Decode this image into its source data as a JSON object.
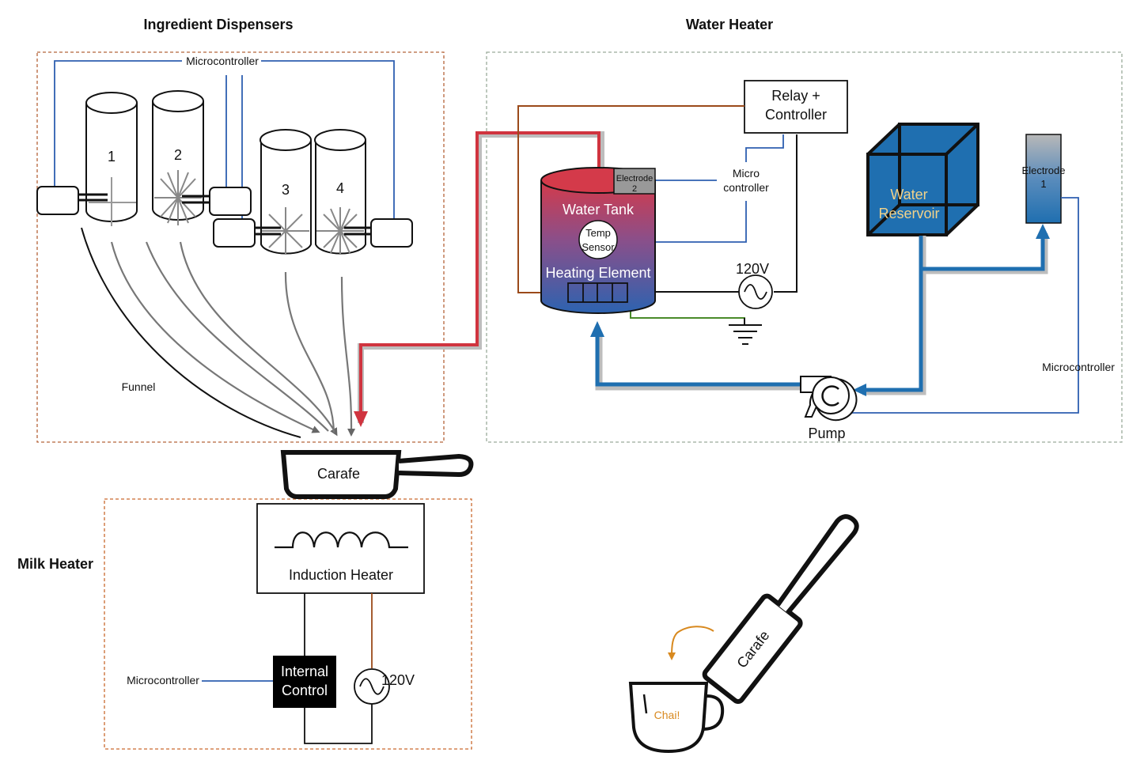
{
  "sections": {
    "dispensers_title": "Ingredient Dispensers",
    "water_heater_title": "Water Heater",
    "milk_heater_title": "Milk Heater"
  },
  "dispensers": {
    "mcu_label": "Microcontroller",
    "can_labels": [
      "1",
      "2",
      "3",
      "4"
    ],
    "funnel_label": "Funnel"
  },
  "carafe": {
    "label": "Carafe"
  },
  "water": {
    "relay_label_1": "Relay +",
    "relay_label_2": "Controller",
    "tank_label": "Water Tank",
    "electrode2_1": "Electrode",
    "electrode2_2": "2",
    "temp_1": "Temp",
    "temp_2": "Sensor",
    "heating_label": "Heating Element",
    "mcu_1": "Micro",
    "mcu_2": "controller",
    "voltage": "120V",
    "reservoir_1": "Water",
    "reservoir_2": "Reservoir",
    "electrode1_1": "Electrode",
    "electrode1_2": "1",
    "mcu_right": "Microcontroller",
    "pump_label": "Pump"
  },
  "milk": {
    "induction_label": "Induction Heater",
    "internal_1": "Internal",
    "internal_2": "Control",
    "voltage": "120V",
    "mcu_label": "Microcontroller"
  },
  "pour": {
    "carafe_label": "Carafe",
    "cup_label": "Chai!"
  },
  "colors": {
    "section_border_brown": "#b5643a",
    "section_border_gray": "#9aaa9a",
    "signal_blue": "#2e5fb0",
    "water_blue": "#1f6fb0",
    "hot_red": "#d0343f",
    "power_brown": "#9b4a1a",
    "ground_green": "#4a8a2a",
    "pour_orange": "#d8891f"
  }
}
